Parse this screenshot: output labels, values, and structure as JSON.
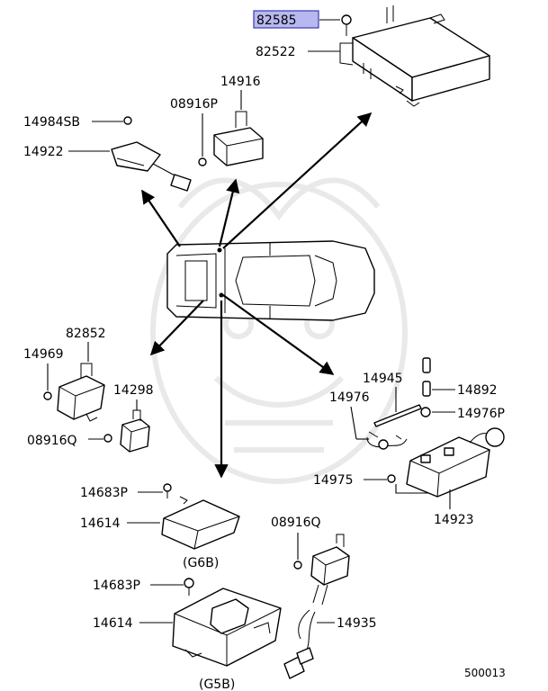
{
  "parts": {
    "p82585": "82585",
    "p82522": "82522",
    "p14916": "14916",
    "p08916P": "08916P",
    "p14984SB": "14984SB",
    "p14922": "14922",
    "p82852": "82852",
    "p14969": "14969",
    "p14298": "14298",
    "p08916Q_left": "08916Q",
    "p14945": "14945",
    "p14976": "14976",
    "p14892": "14892",
    "p14976P": "14976P",
    "p14975": "14975",
    "p14923": "14923",
    "p14683P_top": "14683P",
    "p14614_top": "14614",
    "g6b": "(G6B)",
    "p08916Q_bottom": "08916Q",
    "p14683P_bottom": "14683P",
    "p14614_bottom": "14614",
    "p14935": "14935",
    "g5b": "(G5B)"
  },
  "diagram_number": "500013",
  "colors": {
    "highlight_fill": "#b8b8f0",
    "highlight_stroke": "#3a3ab0",
    "watermark": "#e9e9e9",
    "line": "#000000"
  }
}
